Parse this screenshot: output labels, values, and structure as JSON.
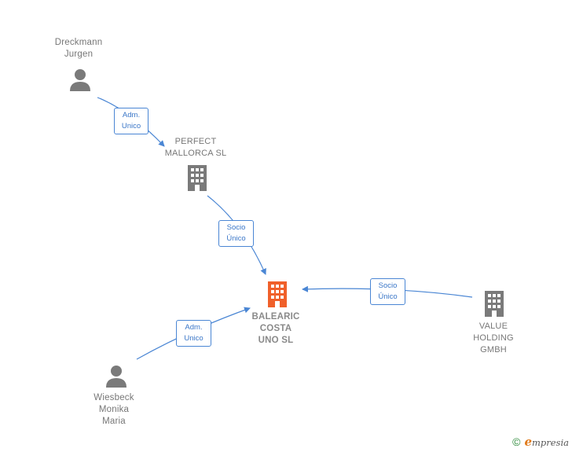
{
  "nodes": {
    "dreckmann": {
      "label": "Dreckmann\nJurgen",
      "type": "person"
    },
    "perfect_mallorca": {
      "label": "PERFECT\nMALLORCA SL",
      "type": "company"
    },
    "balearic": {
      "label": "BALEARIC\nCOSTA\nUNO  SL",
      "type": "company-main"
    },
    "value_holding": {
      "label": "VALUE\nHOLDING\nGMBH",
      "type": "company"
    },
    "wiesbeck": {
      "label": "Wiesbeck\nMonika\nMaria",
      "type": "person"
    }
  },
  "edges": [
    {
      "label": "Adm.\nUnico",
      "from": "Dreckmann Jurgen",
      "to": "PERFECT MALLORCA SL"
    },
    {
      "label": "Socio\nÚnico",
      "from": "PERFECT MALLORCA SL",
      "to": "BALEARIC COSTA UNO SL"
    },
    {
      "label": "Socio\nÚnico",
      "from": "VALUE HOLDING GMBH",
      "to": "BALEARIC COSTA UNO SL"
    },
    {
      "label": "Adm.\nUnico",
      "from": "Wiesbeck Monika Maria",
      "to": "BALEARIC COSTA UNO SL"
    }
  ],
  "colors": {
    "edge": "#4a86d4",
    "company_icon": "#7a7a7a",
    "main_company_icon": "#f0602a",
    "person_icon": "#7a7a7a"
  },
  "footer": {
    "copyright_symbol": "©",
    "brand": "mpresia",
    "brand_initial": "e"
  }
}
